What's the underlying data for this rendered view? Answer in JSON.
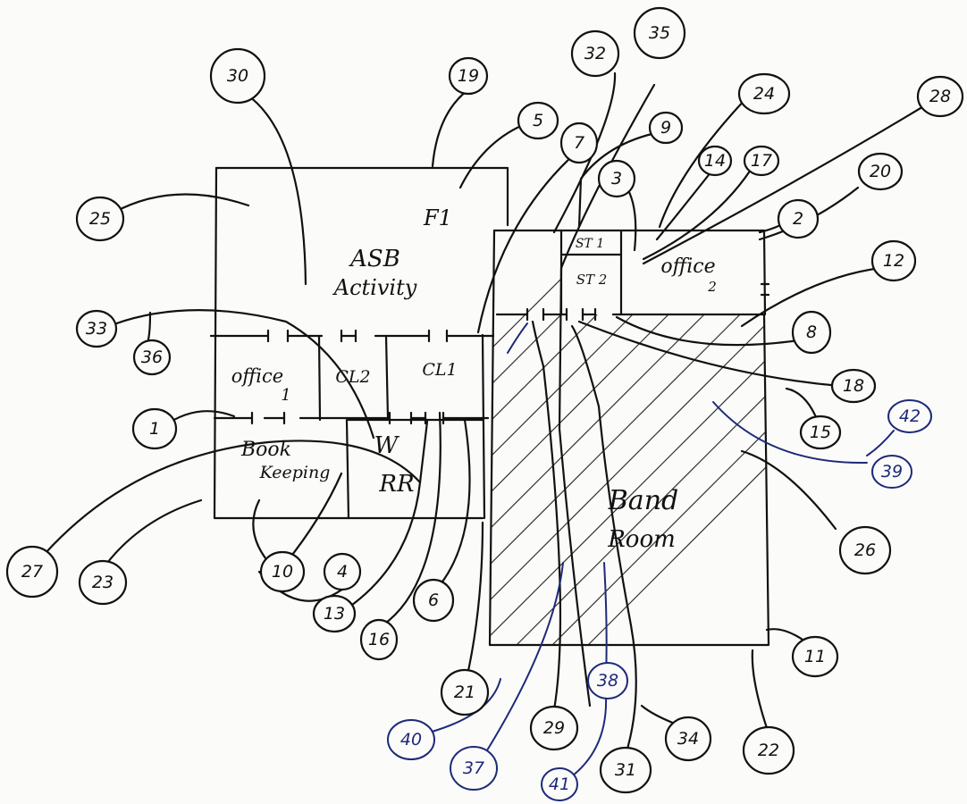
{
  "rooms": {
    "asb_activity_line1": "ASB",
    "asb_activity_line2": "Activity",
    "floor": "F1",
    "office1_line1": "office",
    "office1_line2": "1",
    "cl2": "CL2",
    "cl1": "CL1",
    "book_keeping_line1": "Book",
    "book_keeping_line2": "Keeping",
    "wr_line1": "W",
    "wr_line2": "RR",
    "band_room_line1": "Band",
    "band_room_line2": "Room",
    "st1": "ST 1",
    "st2": "ST 2",
    "office2_line1": "office",
    "office2_line2": "2"
  },
  "labels": {
    "l1": "1",
    "l2": "2",
    "l3": "3",
    "l4": "4",
    "l5": "5",
    "l6": "6",
    "l7": "7",
    "l8": "8",
    "l9": "9",
    "l10": "10",
    "l11": "11",
    "l12": "12",
    "l13": "13",
    "l14": "14",
    "l15": "15",
    "l16": "16",
    "l17": "17",
    "l18": "18",
    "l19": "19",
    "l20": "20",
    "l21": "21",
    "l22": "22",
    "l23": "23",
    "l24": "24",
    "l25": "25",
    "l26": "26",
    "l27": "27",
    "l28": "28",
    "l29": "29",
    "l30": "30",
    "l31": "31",
    "l32": "32",
    "l33": "33",
    "l34": "34",
    "l35": "35",
    "l36": "36",
    "l37": "37",
    "l38": "38",
    "l39": "39",
    "l40": "40",
    "l41": "41",
    "l42": "42"
  },
  "colors": {
    "ink": "#111111",
    "blue_ink": "#1e2a78",
    "paper": "#fbfbfa"
  }
}
